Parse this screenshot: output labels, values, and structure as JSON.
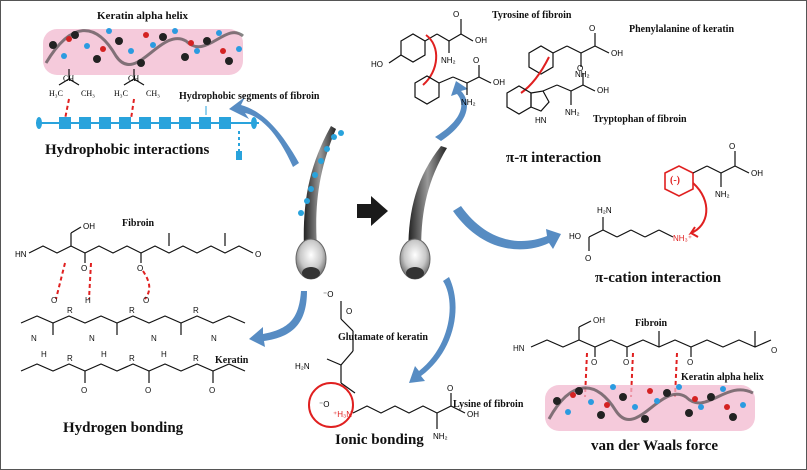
{
  "panels": {
    "hydrophobic": {
      "top_label": "Keratin alpha helix",
      "segment_label": "Hydrophobic segments of fibroin",
      "title": "Hydrophobic interactions"
    },
    "pi_pi": {
      "tyrosine_label": "Tyrosine of fibroin",
      "phenylalanine_label": "Phenylalanine of keratin",
      "tryptophan_label": "Tryptophan of fibroin",
      "title": "π-π interaction"
    },
    "pi_cation": {
      "charge": "(-)",
      "title": "π-cation interaction"
    },
    "hydrogen": {
      "fibroin_label": "Fibroin",
      "keratin_label": "Keratin",
      "title": "Hydrogen bonding"
    },
    "ionic": {
      "glutamate_label": "Glutamate of keratin",
      "lysine_label": "Lysine of fibroin",
      "title": "Ionic bonding"
    },
    "vdw": {
      "fibroin_label": "Fibroin",
      "helix_label": "Keratin alpha helix",
      "title": "van der Waals force"
    }
  },
  "colors": {
    "bond_dashed": "#e02020",
    "arrow": "#3a78b8",
    "segment": "#29a3dc",
    "helix_band": "#f2b8cf"
  },
  "icons": [
    "hair-strand-icon",
    "big-right-arrow-icon"
  ]
}
